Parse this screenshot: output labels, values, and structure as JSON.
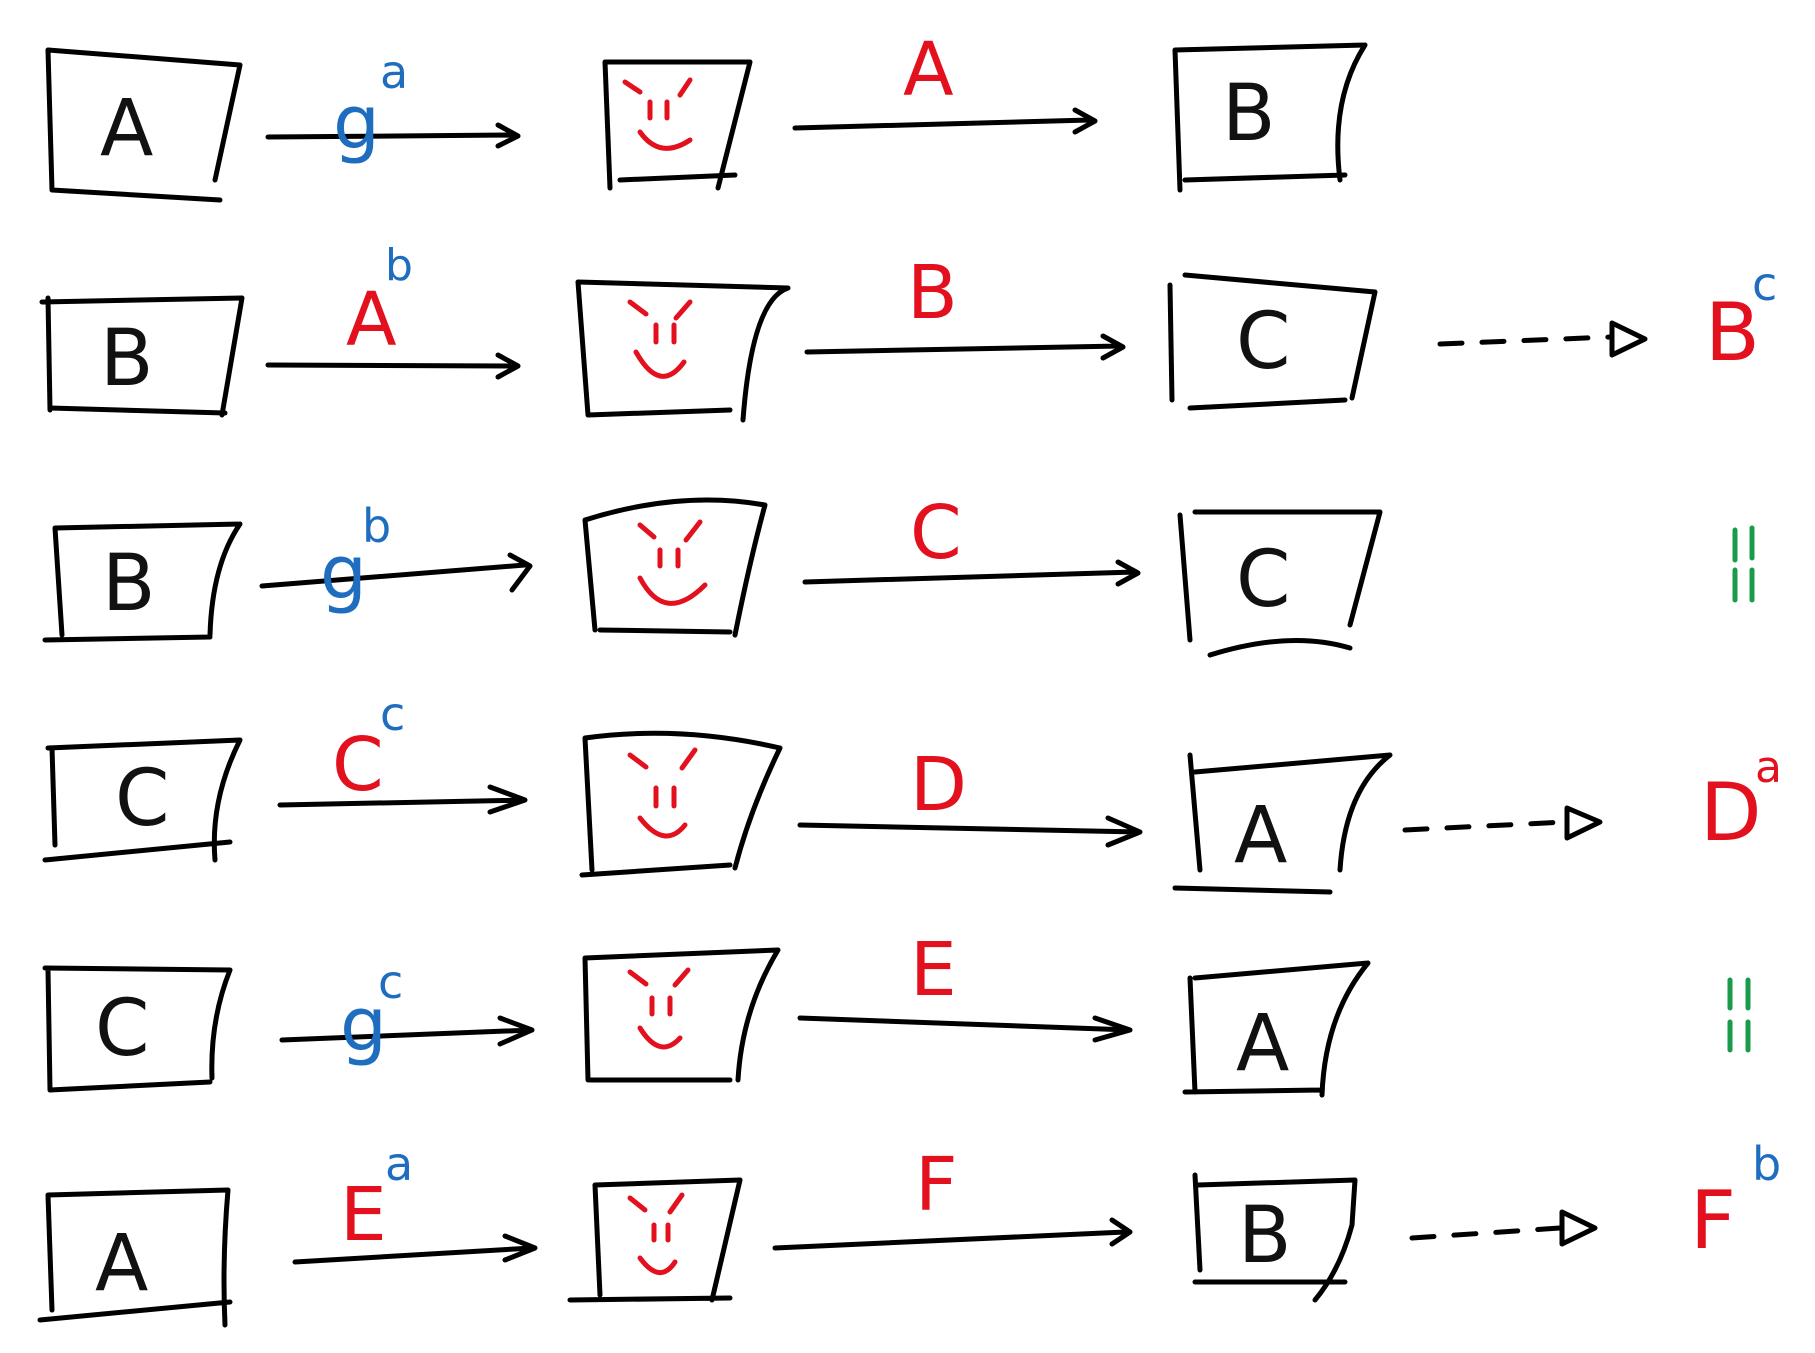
{
  "rows": [
    {
      "input": "A",
      "first_arrow": {
        "base": "g",
        "sup": "a",
        "color": "blue"
      },
      "second_arrow": {
        "label": "A"
      },
      "output": "B",
      "result": null
    },
    {
      "input": "B",
      "first_arrow": {
        "base": "A",
        "sup": "b",
        "color": "red"
      },
      "second_arrow": {
        "label": "B"
      },
      "output": "C",
      "result": {
        "base": "B",
        "sup": "c"
      }
    },
    {
      "input": "B",
      "first_arrow": {
        "base": "g",
        "sup": "b",
        "color": "blue"
      },
      "second_arrow": {
        "label": "C"
      },
      "output": "C",
      "equals": "="
    },
    {
      "input": "C",
      "first_arrow": {
        "base": "C",
        "sup": "c",
        "color": "red"
      },
      "second_arrow": {
        "label": "D"
      },
      "output": "A",
      "result": {
        "base": "D",
        "sup": "a"
      }
    },
    {
      "input": "C",
      "first_arrow": {
        "base": "g",
        "sup": "c",
        "color": "blue"
      },
      "second_arrow": {
        "label": "E"
      },
      "output": "A",
      "equals": "="
    },
    {
      "input": "A",
      "first_arrow": {
        "base": "E",
        "sup": "a",
        "color": "red"
      },
      "second_arrow": {
        "label": "F"
      },
      "output": "B",
      "result": {
        "base": "F",
        "sup": "b"
      }
    }
  ],
  "colors": {
    "ink": "#000000",
    "red": "#e3101e",
    "blue": "#1f6dbf",
    "green": "#1a9a4a"
  },
  "icons": {
    "middle_box": "devil-face-icon",
    "solid_arrow": "arrow-right-icon",
    "dashed_arrow": "dashed-arrow-right-icon"
  }
}
